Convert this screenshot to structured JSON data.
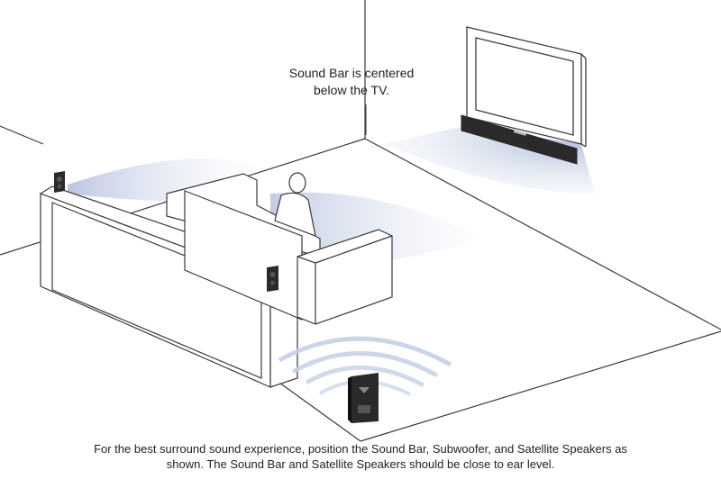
{
  "callout": {
    "line1": "Sound Bar is centered",
    "line2": "below the TV."
  },
  "caption": {
    "line1": "For the best surround sound experience, position the Sound Bar, Subwoofer, and Satellite Speakers as",
    "line2": "shown. The Sound Bar and Satellite Speakers should be close to ear level."
  },
  "colors": {
    "line": "#3a3a3a",
    "sound_wave": "#c6d0e6",
    "speaker": "#2a2a2a",
    "background": "#ffffff"
  },
  "icons": {
    "tv": "flat-screen-tv",
    "sound_bar": "sound-bar",
    "subwoofer": "subwoofer",
    "satellite": "satellite-speaker",
    "listener": "seated-person"
  }
}
